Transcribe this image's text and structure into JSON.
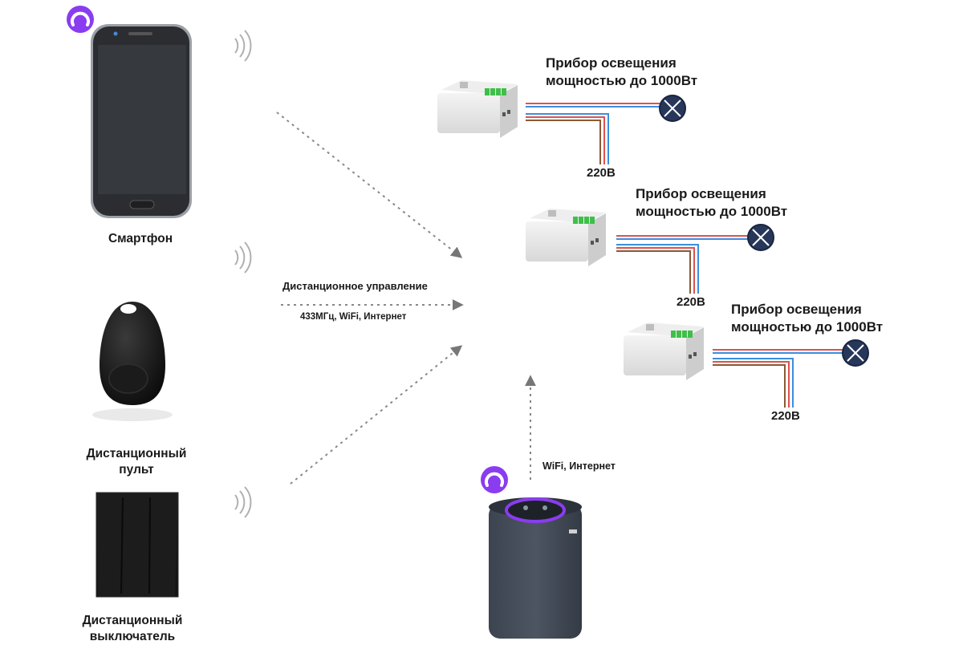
{
  "devices": {
    "smartphone": {
      "label": "Смартфон",
      "icon": "smartphone-icon"
    },
    "remote": {
      "label_line1": "Дистанционный",
      "label_line2": "пульт",
      "icon": "keyfob-remote-icon"
    },
    "switch": {
      "label_line1": "Дистанционный",
      "label_line2": "выключатель",
      "icon": "wall-switch-icon"
    },
    "speaker": {
      "icon": "smart-speaker-icon"
    }
  },
  "links": {
    "remote_control": "Дистанционное управление",
    "protocols": "433МГц, WiFi, Интернет",
    "speaker_link": "WiFi, Интернет"
  },
  "relays": [
    {
      "title_line1": "Прибор освещения",
      "title_line2": "мощностью до 1000Вт",
      "voltage": "220В"
    },
    {
      "title_line1": "Прибор освещения",
      "title_line2": "мощностью до 1000Вт",
      "voltage": "220В"
    },
    {
      "title_line1": "Прибор освещения",
      "title_line2": "мощностью до 1000Вт",
      "voltage": "220В"
    }
  ],
  "colors": {
    "assistant_purple": "#8a3cf0",
    "wire_red": "#e05050",
    "wire_blue": "#3a8fe0",
    "wire_brown": "#8a5a35",
    "lamp_navy": "#27375a"
  }
}
